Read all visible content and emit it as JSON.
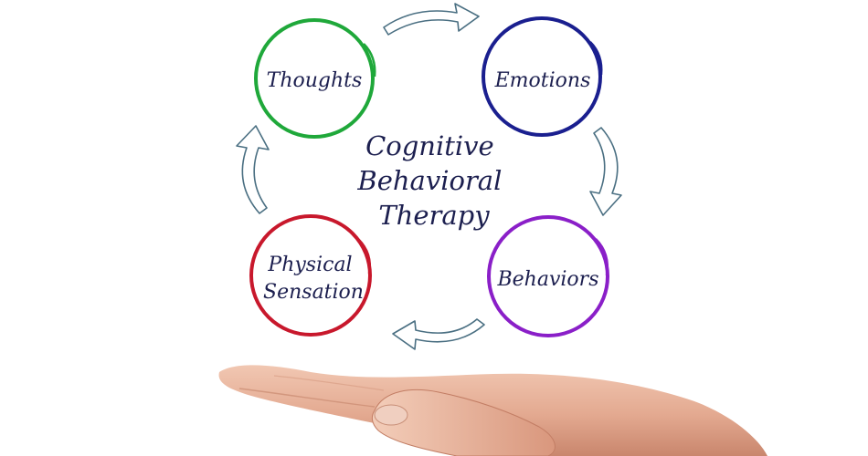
{
  "diagram": {
    "title_lines": [
      "Cognitive",
      "Behavioral",
      "Therapy"
    ],
    "nodes": [
      {
        "id": "thoughts",
        "lines": [
          "Thoughts"
        ],
        "color": "#1fa83a"
      },
      {
        "id": "emotions",
        "lines": [
          "Emotions"
        ],
        "color": "#1a1f8f"
      },
      {
        "id": "behaviors",
        "lines": [
          "Behaviors"
        ],
        "color": "#8a1fc8"
      },
      {
        "id": "physical-sensation",
        "lines": [
          "Physical",
          "Sensation"
        ],
        "color": "#c8182c"
      }
    ],
    "arrow_color": "#4a6f82",
    "text_color": "#1c1f4f",
    "skin_color": "#e8b39a"
  }
}
